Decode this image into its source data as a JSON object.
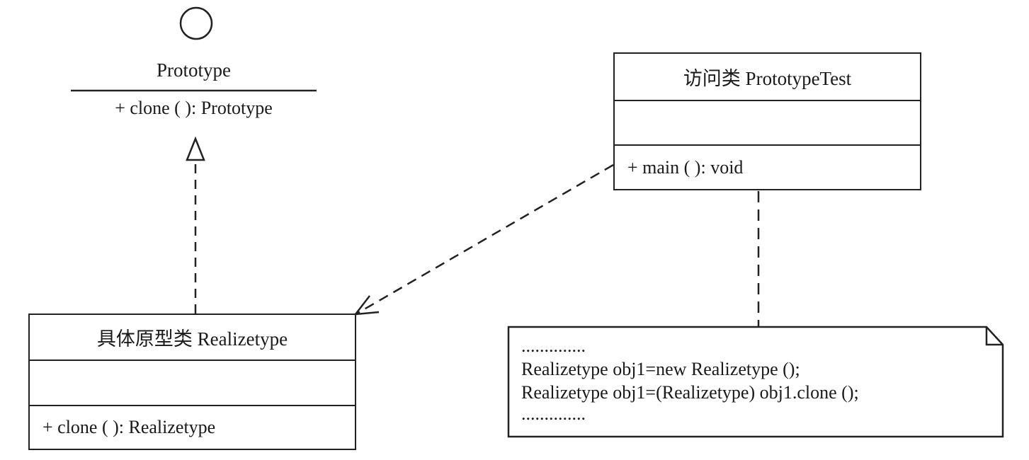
{
  "interface": {
    "name": "Prototype",
    "operation": "+ clone ( ): Prototype"
  },
  "client_class": {
    "name": "访问类  PrototypeTest",
    "attributes": "",
    "operation": "+ main ( ): void"
  },
  "concrete_class": {
    "name": "具体原型类  Realizetype",
    "attributes": "",
    "operation": "+ clone ( ): Realizetype"
  },
  "note": {
    "lines": [
      "..............",
      "Realizetype obj1=new Realizetype ();",
      "Realizetype obj1=(Realizetype) obj1.clone ();",
      ".............."
    ]
  },
  "colors": {
    "line": "#222222",
    "background": "#ffffff"
  }
}
